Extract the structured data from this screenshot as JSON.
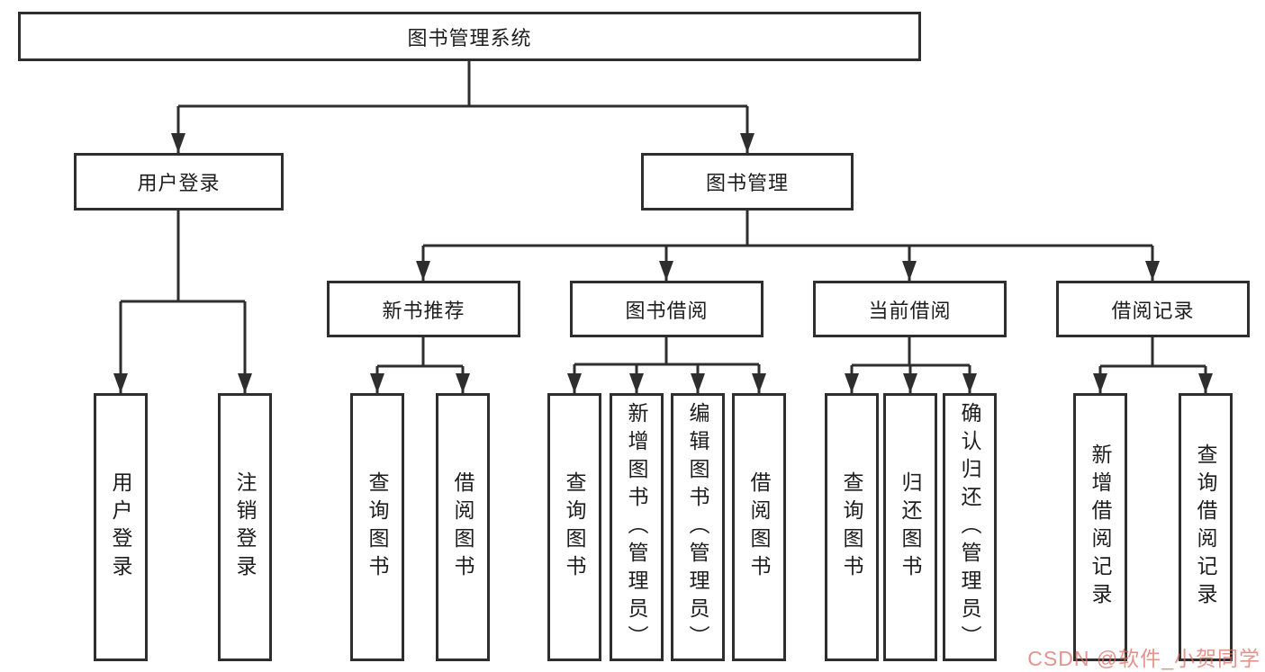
{
  "diagram": {
    "type": "hierarchy-tree",
    "root": {
      "label": "图书管理系统",
      "children": [
        {
          "label": "用户登录",
          "children": [
            {
              "label": "用户登录"
            },
            {
              "label": "注销登录"
            }
          ]
        },
        {
          "label": "图书管理",
          "children": [
            {
              "label": "新书推荐",
              "children": [
                {
                  "label": "查询图书"
                },
                {
                  "label": "借阅图书"
                }
              ]
            },
            {
              "label": "图书借阅",
              "children": [
                {
                  "label": "查询图书"
                },
                {
                  "label": "新增图书（管理员）"
                },
                {
                  "label": "编辑图书（管理员）"
                },
                {
                  "label": "借阅图书"
                }
              ]
            },
            {
              "label": "当前借阅",
              "children": [
                {
                  "label": "查询图书"
                },
                {
                  "label": "归还图书"
                },
                {
                  "label": "确认归还（管理员）"
                }
              ]
            },
            {
              "label": "借阅记录",
              "children": [
                {
                  "label": "新增借阅记录"
                },
                {
                  "label": "查询借阅记录"
                }
              ]
            }
          ]
        }
      ]
    },
    "colors": {
      "line": "#2e2e2e",
      "box_border": "#2e2e2e",
      "text": "#1d1d1d",
      "background": "#ffffff",
      "watermark": "#d86a60"
    }
  },
  "watermark": {
    "text": "CSDN @软件_小贺同学"
  }
}
